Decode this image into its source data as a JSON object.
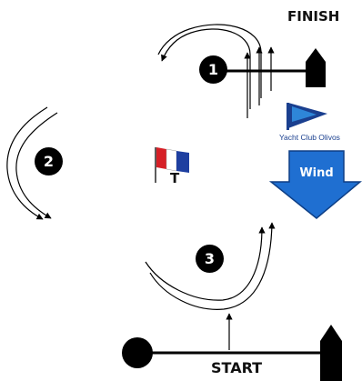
{
  "finish_label": "FINISH",
  "start_label": "START",
  "marks": [
    {
      "number": "1"
    },
    {
      "number": "2"
    },
    {
      "number": "3"
    }
  ],
  "club": {
    "name": "Yacht Club Olivos",
    "color": "#1a3f8f",
    "accent": "#2e86d8"
  },
  "wind": {
    "label": "Wind",
    "color": "#1f6fd1",
    "border": "#0e3f86"
  },
  "flag": {
    "letter": "T",
    "colors": [
      "#d61f26",
      "#ffffff",
      "#1e3fa0"
    ]
  },
  "colors": {
    "lines": "#000000",
    "marks": "#000000"
  }
}
